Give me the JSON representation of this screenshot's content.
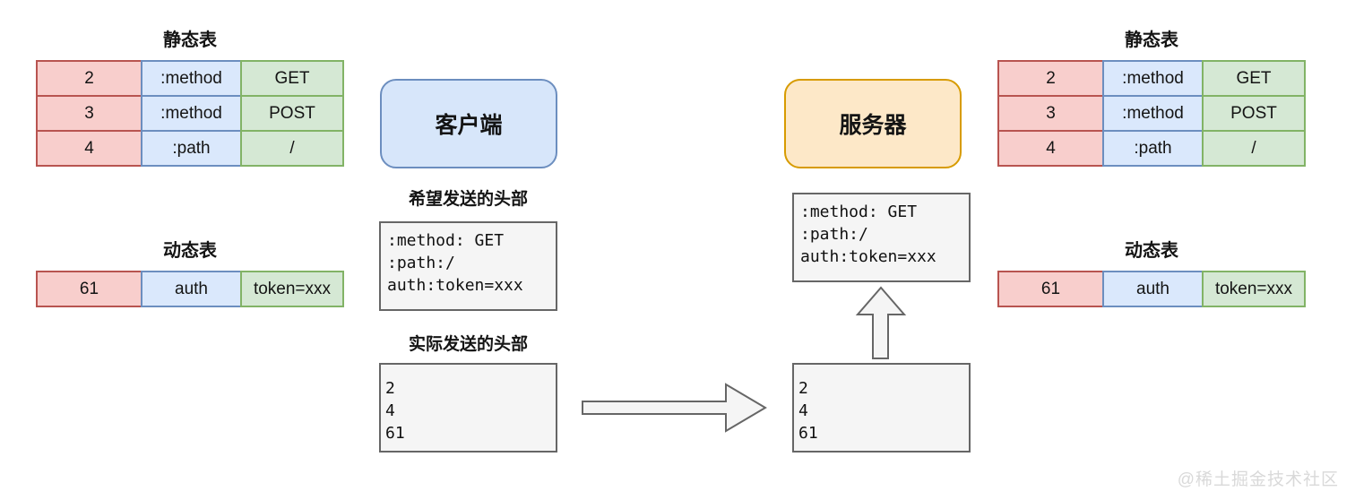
{
  "diagram": {
    "watermark": "@稀土掘金技术社区",
    "left_panel": {
      "static_table": {
        "title": "静态表",
        "rows": [
          [
            "2",
            ":method",
            "GET"
          ],
          [
            "3",
            ":method",
            "POST"
          ],
          [
            "4",
            ":path",
            "/"
          ]
        ]
      },
      "dynamic_table": {
        "title": "动态表",
        "rows": [
          [
            "61",
            "auth",
            "token=xxx"
          ]
        ]
      }
    },
    "client": {
      "label": "客户端",
      "wish_title": "希望发送的头部",
      "wish_lines": [
        ":method: GET",
        ":path:/",
        "auth:token=xxx"
      ],
      "sent_title": "实际发送的头部",
      "sent_lines": [
        "2",
        "4",
        "61"
      ]
    },
    "server": {
      "label": "服务器",
      "decoded_lines": [
        ":method: GET",
        ":path:/",
        "auth:token=xxx"
      ],
      "received_lines": [
        "2",
        "4",
        "61"
      ]
    },
    "right_panel": {
      "static_table": {
        "title": "静态表",
        "rows": [
          [
            "2",
            ":method",
            "GET"
          ],
          [
            "3",
            ":method",
            "POST"
          ],
          [
            "4",
            ":path",
            "/"
          ]
        ]
      },
      "dynamic_table": {
        "title": "动态表",
        "rows": [
          [
            "61",
            "auth",
            "token=xxx"
          ]
        ]
      }
    },
    "colors": {
      "index_cell_fill": "#f8cecc",
      "index_cell_stroke": "#b85450",
      "name_cell_fill": "#dae8fc",
      "name_cell_stroke": "#6c8ebf",
      "value_cell_fill": "#d5e8d4",
      "value_cell_stroke": "#82b366",
      "client_fill": "#d7e6fa",
      "client_stroke": "#6c8ebf",
      "server_fill": "#fde8c8",
      "server_stroke": "#d79b00",
      "code_box_fill": "#f5f5f5",
      "code_box_stroke": "#666666"
    }
  }
}
